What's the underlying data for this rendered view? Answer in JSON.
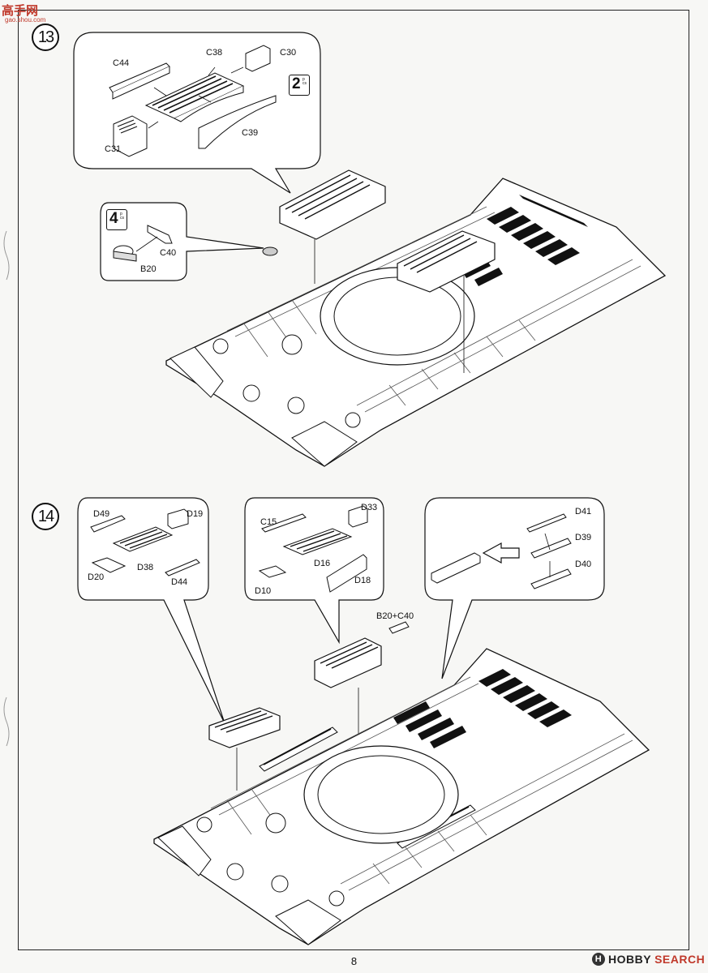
{
  "watermark": {
    "cn_text": "高手网",
    "url": "gao.shou.com"
  },
  "steps": [
    {
      "number": "13",
      "quantity": {
        "count": "2",
        "unit": "pcs"
      },
      "callout_a_labels": [
        "C44",
        "C38",
        "C30",
        "C31",
        "C39"
      ],
      "callout_b_quantity": {
        "count": "4",
        "unit": "pcs"
      },
      "callout_b_labels": [
        "C40",
        "B20"
      ]
    },
    {
      "number": "14",
      "callout_a_labels": [
        "D49",
        "D19",
        "D20",
        "D38",
        "D44"
      ],
      "callout_b_labels": [
        "C15",
        "D33",
        "D16",
        "D10",
        "D18"
      ],
      "callout_c_labels": [
        "D41",
        "D39",
        "D40"
      ],
      "sub_label": "B20+C40"
    }
  ],
  "page_number": "8",
  "credit": {
    "brand_prefix": "HOBBY",
    "brand_suffix": "SEARCH",
    "mark": "H"
  },
  "colors": {
    "ink": "#111111",
    "paper": "#f7f7f5",
    "brand_red": "#c0392b"
  }
}
